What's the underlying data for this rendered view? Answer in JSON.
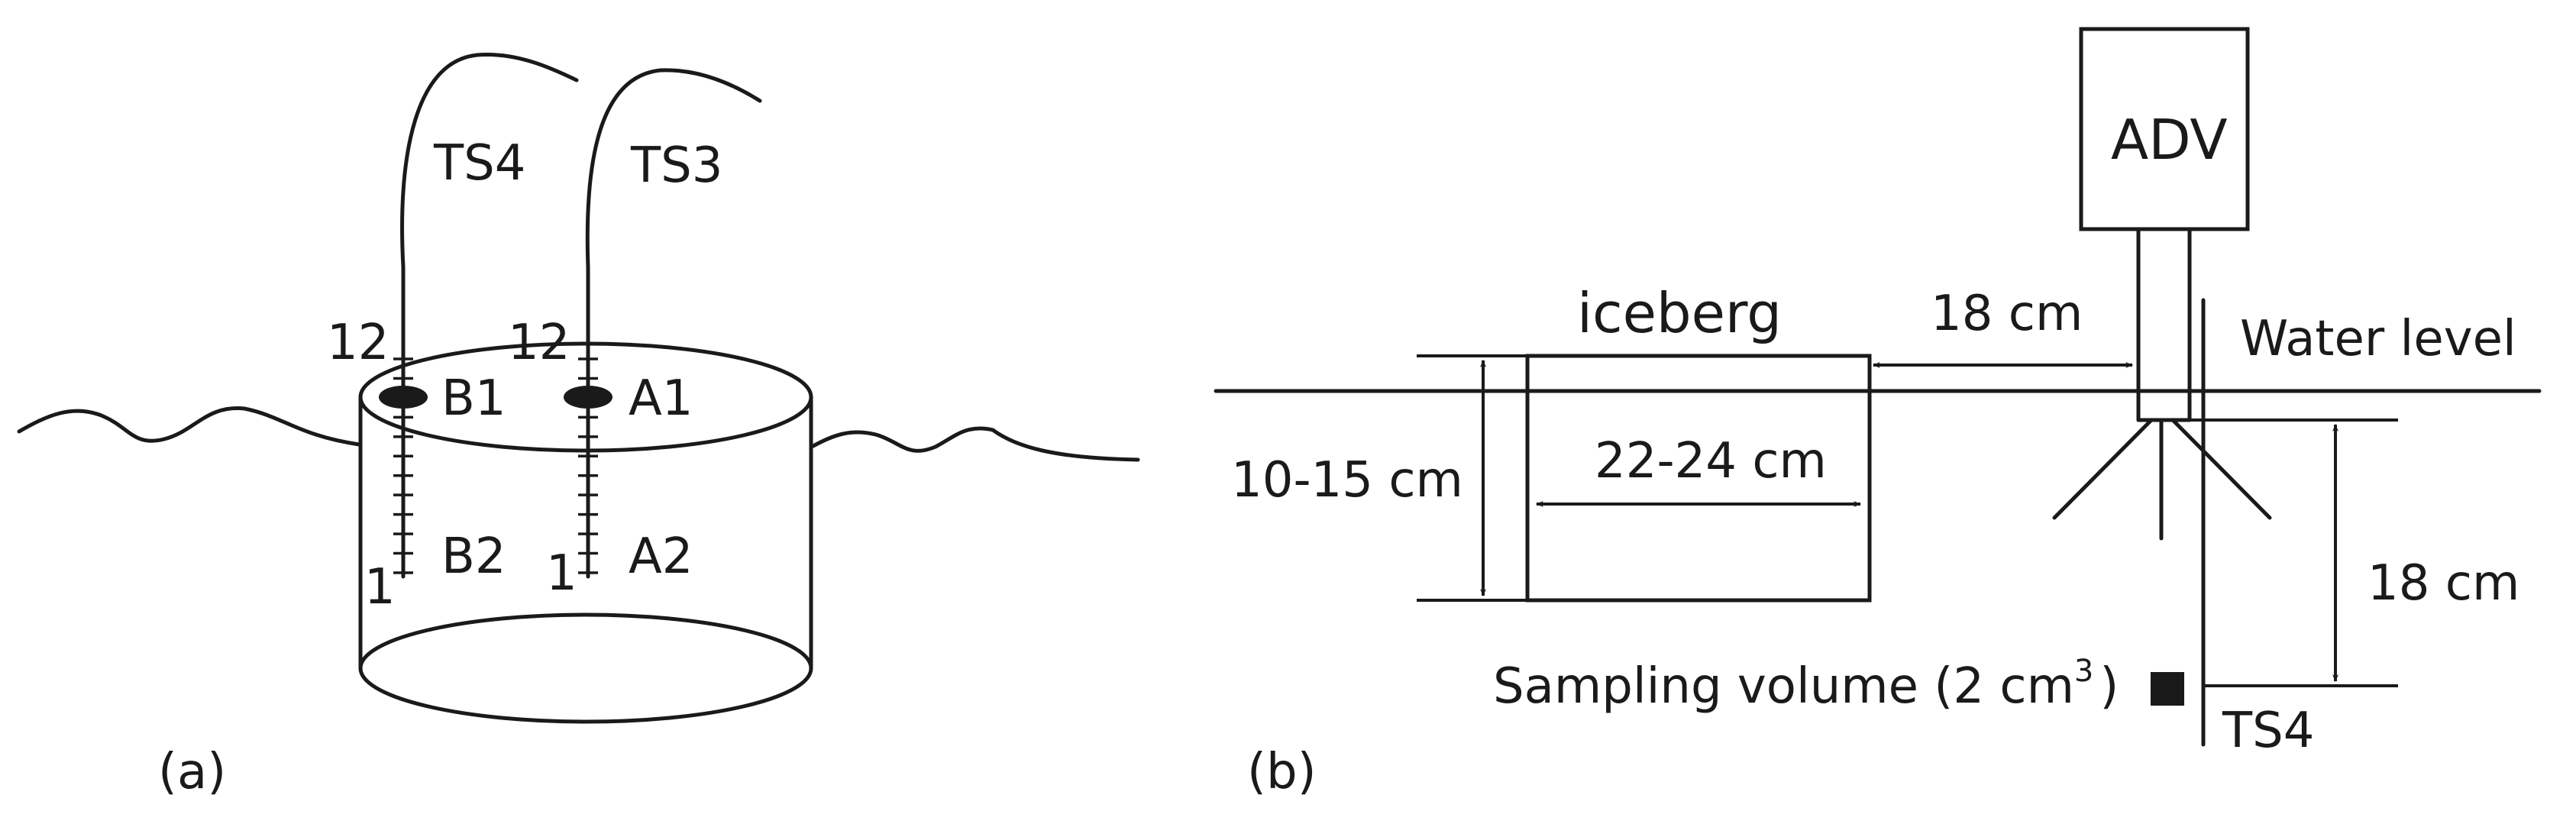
{
  "panel_a": {
    "label": "(a)",
    "sensor_left": "TS4",
    "sensor_right": "TS3",
    "point_b_top": "B1",
    "point_b_bottom": "B2",
    "point_a_top": "A1",
    "point_a_bottom": "A2",
    "scale_top_left": "12",
    "scale_bottom_left": "1",
    "scale_top_right": "12",
    "scale_bottom_right": "1"
  },
  "panel_b": {
    "label": "(b)",
    "iceberg": "iceberg",
    "adv": "ADV",
    "distance_to_adv": "18 cm",
    "water_level": "Water level",
    "height": "10-15 cm",
    "width": "22-24 cm",
    "depth_below_adv": "18 cm",
    "sampling_volume_prefix": "Sampling volume (2 cm",
    "sampling_volume_exponent": "3",
    "sampling_volume_suffix": ")",
    "sensor": "TS4"
  },
  "colors": {
    "ink": "#1a1a1a",
    "background": "#ffffff"
  }
}
